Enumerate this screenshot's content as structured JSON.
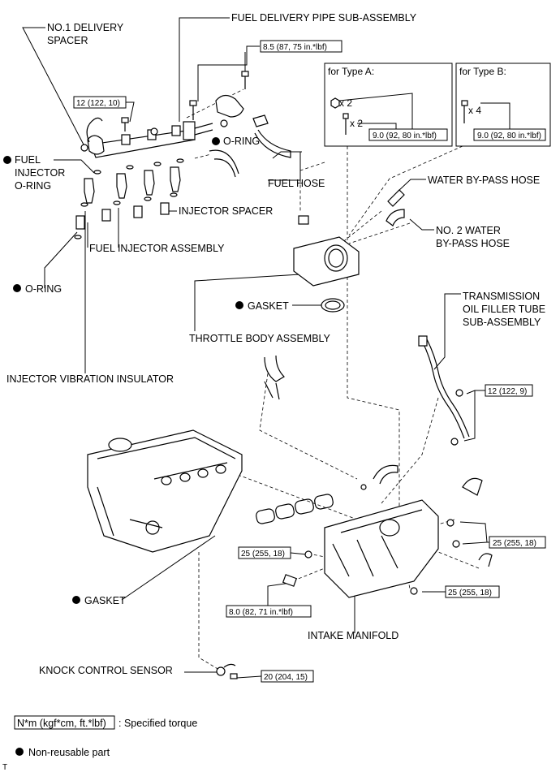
{
  "labels": {
    "no1_delivery_spacer_1": "NO.1 DELIVERY",
    "no1_delivery_spacer_2": "SPACER",
    "fuel_delivery_pipe": "FUEL DELIVERY PIPE SUB-ASSEMBLY",
    "fuel_injector_oring_1": "FUEL",
    "fuel_injector_oring_2": "INJECTOR",
    "fuel_injector_oring_3": "O-RING",
    "oring_upper": "O-RING",
    "fuel_hose": "FUEL HOSE",
    "injector_spacer": "INJECTOR SPACER",
    "fuel_injector_assembly": "FUEL INJECTOR ASSEMBLY",
    "oring_lower": "O-RING",
    "water_bypass_hose": "WATER BY-PASS HOSE",
    "no2_water_bypass_1": "NO. 2 WATER",
    "no2_water_bypass_2": "BY-PASS HOSE",
    "gasket_throttle": "GASKET",
    "throttle_body": "THROTTLE BODY ASSEMBLY",
    "trans_oil_1": "TRANSMISSION",
    "trans_oil_2": "OIL FILLER TUBE",
    "trans_oil_3": "SUB-ASSEMBLY",
    "injector_vibration": "INJECTOR VIBRATION INSULATOR",
    "gasket_manifold": "GASKET",
    "intake_manifold": "INTAKE MANIFOLD",
    "knock_sensor": "KNOCK CONTROL SENSOR"
  },
  "type_boxes": {
    "type_a_title": "for Type A:",
    "type_a_qty1": "x 2",
    "type_a_qty2": "x 2",
    "type_a_torque": "9.0 (92, 80 in.*lbf)",
    "type_b_title": "for Type B:",
    "type_b_qty": "x 4",
    "type_b_torque": "9.0 (92, 80 in.*lbf)"
  },
  "torques": {
    "delivery_pipe_bolt": "8.5 (87, 75 in.*lbf)",
    "delivery_spacer_bolt": "12 (122, 10)",
    "filler_tube_bolt": "12 (122, 9)",
    "manifold_right_1": "25 (255, 18)",
    "manifold_left": "25 (255, 18)",
    "manifold_bracket": "8.0 (82, 71 in.*lbf)",
    "manifold_right_2": "25 (255, 18)",
    "knock_sensor_bolt": "20 (204, 15)"
  },
  "legend": {
    "torque_unit": "N*m (kgf*cm, ft.*lbf)",
    "torque_desc": ": Specified torque",
    "non_reusable": "Non-reusable part"
  },
  "corner_mark": "T"
}
